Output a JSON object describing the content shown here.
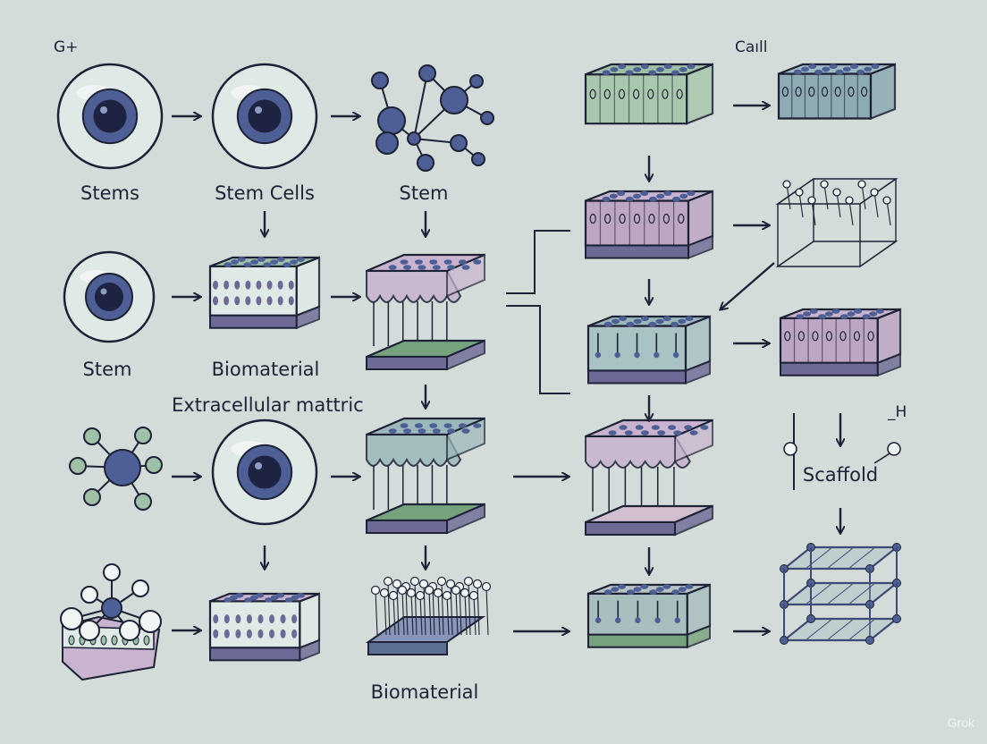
{
  "labels": {
    "corner_left": "G+",
    "corner_right": "Caıll",
    "stems": "Stems",
    "stem_cells": "Stem Cells",
    "stem_top": "Stem",
    "stem_mid": "Stem",
    "biomaterial_mid": "Biomaterial",
    "extracellular": "Extracellular mattric",
    "biomaterial_bottom": "Biomaterial",
    "scaffold": "Scaffold",
    "h_mark": "_H"
  },
  "watermark": "Grok",
  "colors": {
    "background": "#d3dcd8",
    "ink": "#1d2236",
    "cell_outer": "#dfe9e6",
    "nucleus": "#4d5f95",
    "nucleus_core": "#1d2340",
    "mint": "#9fc0a6",
    "pink": "#c8b4ce",
    "teal": "#9bb7b9",
    "purple": "#6d6a96",
    "green_base": "#76a37e"
  }
}
